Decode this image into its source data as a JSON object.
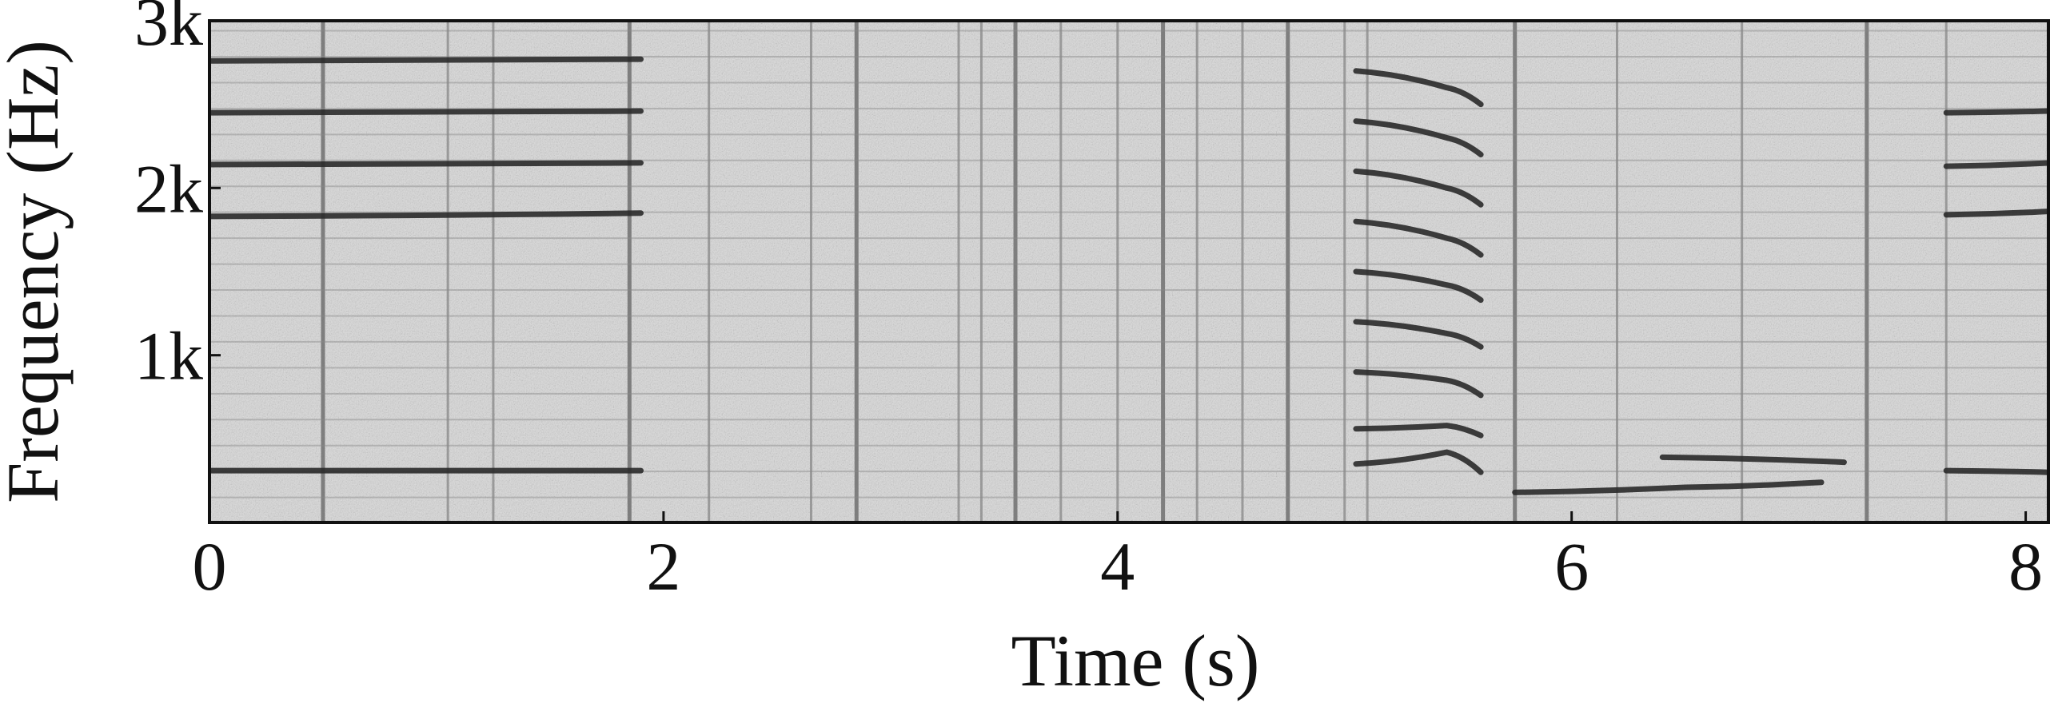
{
  "chart_data": {
    "type": "heatmap",
    "subtype": "spectrogram",
    "title": "",
    "xlabel": "Time (s)",
    "ylabel": "Frequency (Hz)",
    "xlim": [
      0,
      8.1
    ],
    "ylim": [
      0,
      3000
    ],
    "xticks": [
      0,
      2,
      4,
      6,
      8
    ],
    "xtick_labels": [
      "0",
      "2",
      "4",
      "6",
      "8"
    ],
    "yticks": [
      1000,
      2000,
      3000
    ],
    "ytick_labels": [
      "1k",
      "2k",
      "3k"
    ],
    "colormap": "grayscale (dark = high energy)",
    "grid": false,
    "legend": "none",
    "colors": {
      "background": "#ffffff",
      "axis": "#111111",
      "spectrogram_light": "#dadada",
      "spectrogram_dark": "#2a2a2a"
    },
    "harmonic_tracks": [
      {
        "x": [
          0.0,
          1.9
        ],
        "y": [
          310,
          310
        ]
      },
      {
        "x": [
          0.0,
          1.9
        ],
        "y": [
          1830,
          1850
        ]
      },
      {
        "x": [
          0.0,
          1.9
        ],
        "y": [
          2140,
          2150
        ]
      },
      {
        "x": [
          0.0,
          1.9
        ],
        "y": [
          2450,
          2460
        ]
      },
      {
        "x": [
          0.0,
          1.9
        ],
        "y": [
          2760,
          2770
        ]
      },
      {
        "x": [
          5.05,
          5.45,
          5.6
        ],
        "y": [
          350,
          420,
          300
        ]
      },
      {
        "x": [
          5.05,
          5.45,
          5.6
        ],
        "y": [
          560,
          580,
          520
        ]
      },
      {
        "x": [
          5.05,
          5.45,
          5.6
        ],
        "y": [
          900,
          850,
          760
        ]
      },
      {
        "x": [
          5.05,
          5.45,
          5.6
        ],
        "y": [
          1200,
          1130,
          1050
        ]
      },
      {
        "x": [
          5.05,
          5.45,
          5.6
        ],
        "y": [
          1500,
          1420,
          1330
        ]
      },
      {
        "x": [
          5.05,
          5.45,
          5.6
        ],
        "y": [
          1800,
          1700,
          1600
        ]
      },
      {
        "x": [
          5.05,
          5.45,
          5.6
        ],
        "y": [
          2100,
          2000,
          1900
        ]
      },
      {
        "x": [
          5.05,
          5.45,
          5.6
        ],
        "y": [
          2400,
          2300,
          2200
        ]
      },
      {
        "x": [
          5.05,
          5.45,
          5.6
        ],
        "y": [
          2700,
          2600,
          2500
        ]
      },
      {
        "x": [
          5.75,
          6.5,
          7.1
        ],
        "y": [
          180,
          210,
          240
        ]
      },
      {
        "x": [
          6.4,
          7.2
        ],
        "y": [
          390,
          360
        ]
      },
      {
        "x": [
          7.65,
          8.1
        ],
        "y": [
          310,
          300
        ]
      },
      {
        "x": [
          7.65,
          8.1
        ],
        "y": [
          1840,
          1860
        ]
      },
      {
        "x": [
          7.65,
          8.1
        ],
        "y": [
          2130,
          2150
        ]
      },
      {
        "x": [
          7.65,
          8.1
        ],
        "y": [
          2450,
          2460
        ]
      }
    ],
    "onsets": [
      0.5,
      1.05,
      1.25,
      1.85,
      2.2,
      2.65,
      2.85,
      3.3,
      3.4,
      3.55,
      3.75,
      4.0,
      4.2,
      4.35,
      4.55,
      4.75,
      5.0,
      5.1,
      5.75,
      6.2,
      6.75,
      7.3,
      7.65
    ]
  }
}
